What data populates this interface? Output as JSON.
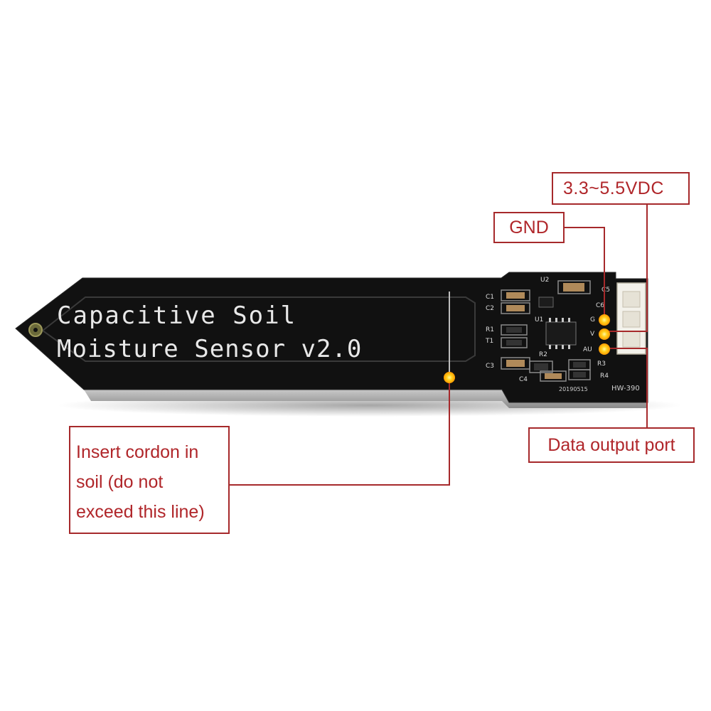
{
  "pcb": {
    "title_line1": "Capacitive Soil",
    "title_line2": "Moisture Sensor v2.0",
    "model_code": "HW-390",
    "date_code": "20190515",
    "silk_labels": [
      "U2",
      "C5",
      "C6",
      "C1",
      "C2",
      "U1",
      "R1",
      "T1",
      "R2",
      "C3",
      "C4",
      "R3",
      "R4",
      "G",
      "V",
      "AU"
    ]
  },
  "callouts": {
    "vdc": "3.3~5.5VDC",
    "gnd": "GND",
    "data_output": "Data output port",
    "insert": "Insert cordon in\nsoil (do not\nexceed this line)"
  },
  "colors": {
    "callout_border": "#a6292b",
    "callout_text": "#b0262a",
    "pin_marker": "#ffd21e",
    "pcb": "#111111",
    "silkscreen": "#e8e8e8"
  }
}
